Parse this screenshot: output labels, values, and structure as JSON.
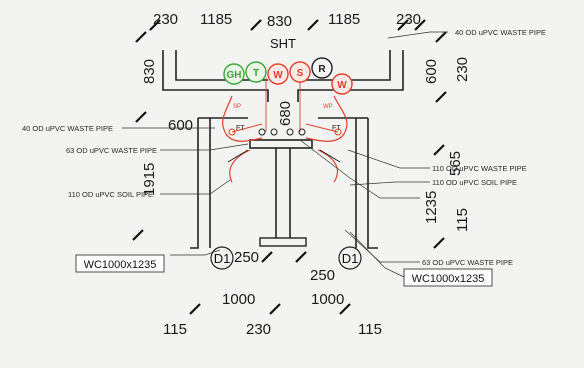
{
  "dimensions": {
    "top_left_230": "230",
    "top_left_1185": "1185",
    "top_center_830": "830",
    "top_right_1185": "1185",
    "top_right_230": "230",
    "left_830": "830",
    "left_600": "600",
    "left_1915": "1915",
    "center_680": "680",
    "right_600": "600",
    "right_230": "230",
    "right_565": "565",
    "right_1235": "1235",
    "right_115": "115",
    "bottom_250_left": "250",
    "bottom_250_right": "250",
    "bottom_1000_left": "1000",
    "bottom_1000_right": "1000",
    "bottom_115_left": "115",
    "bottom_230": "230",
    "bottom_115_right": "115"
  },
  "labels": {
    "shaft": "SHT",
    "notes": {
      "top_right_waste": "40 OD uPVC WASTE PIPE",
      "left_waste_40": "40 OD uPVC WASTE PIPE",
      "left_waste_63": "63 OD uPVC WASTE PIPE",
      "left_soil_110": "110 OD uPVC SOIL PIPE",
      "right_waste_110": "110 OD uPVC WASTE PIPE",
      "right_soil_110": "110 OD uPVC SOIL PIPE",
      "right_waste_63": "63 OD uPVC WASTE PIPE"
    },
    "wc_left": "WC1000x1235",
    "wc_right": "WC1000x1235",
    "door_left": "D1",
    "door_right": "D1",
    "balloons": [
      "GH",
      "T",
      "W",
      "S",
      "R",
      "W"
    ],
    "pipe_tags": [
      "SP",
      "WP",
      "FT",
      "FT"
    ]
  },
  "colors": {
    "green": "#3aa63a",
    "red": "#e0402e",
    "ink": "#222222"
  }
}
